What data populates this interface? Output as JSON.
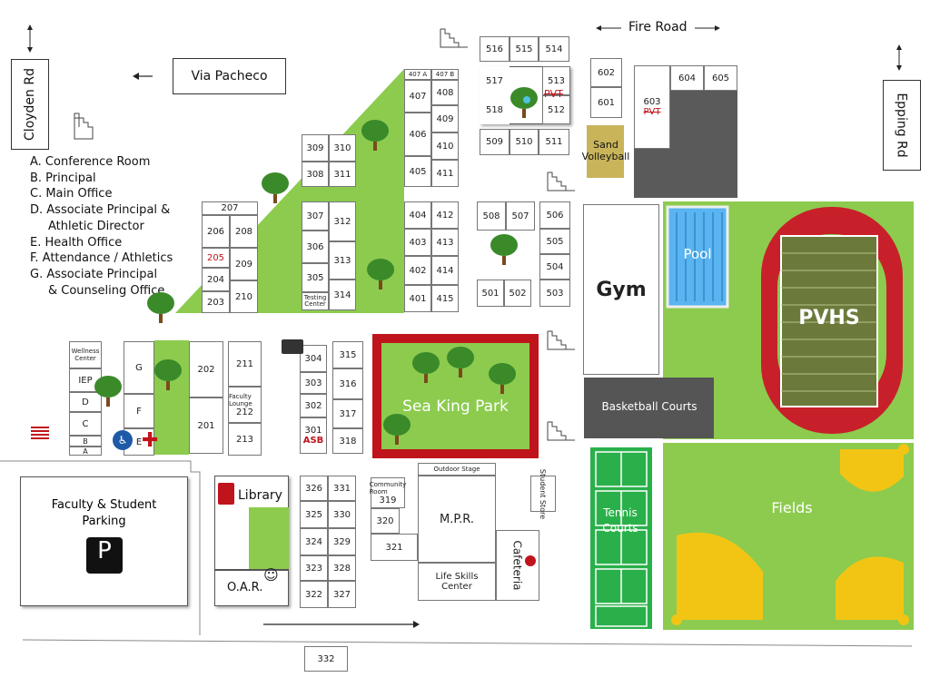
{
  "roads": {
    "cloyden": "Cloyden Rd",
    "via_pacheco": "Via Pacheco",
    "fire_road": "Fire Road",
    "epping": "Epping Rd"
  },
  "legend": [
    "A. Conference Room",
    "B. Principal",
    "C. Main Office",
    "D. Associate Principal &",
    "Athletic Director",
    "E. Health Office",
    "F. Attendance / Athletics",
    "G. Associate Principal",
    "& Counseling Office"
  ],
  "places": {
    "gym": "Gym",
    "pool": "Pool",
    "pvhs": "PVHS",
    "basketball": "Basketball Courts",
    "park": "Sea King Park",
    "fields": "Fields",
    "tennis": "Tennis Courts",
    "sand": "Sand Volleyball",
    "parking": "Faculty & Student Parking",
    "library": "Library",
    "oar": "O.A.R.",
    "mpr": "M.P.R.",
    "outdoor_stage": "Outdoor Stage",
    "life_skills": "Life Skills Center",
    "cafeteria": "Cafeteria",
    "student_store": "Student Store",
    "community": "Community Room",
    "testing": "Testing Center",
    "wellness": "Wellness Center",
    "faculty_lounge": "Faculty Lounge",
    "asb": "ASB",
    "iep": "IEP",
    "pvt": "PVT"
  },
  "rooms": {
    "r516": "516",
    "r515": "515",
    "r514": "514",
    "r517": "517",
    "r513": "513",
    "r518": "518",
    "r512": "512",
    "r509": "509",
    "r510": "510",
    "r511": "511",
    "r602": "602",
    "r601": "601",
    "r603": "603",
    "r604": "604",
    "r605": "605",
    "r407a": "407 A",
    "r407b": "407 B",
    "r407": "407",
    "r408": "408",
    "r409": "409",
    "r406": "406",
    "r410": "410",
    "r405": "405",
    "r411": "411",
    "r404": "404",
    "r412": "412",
    "r403": "403",
    "r413": "413",
    "r402": "402",
    "r414": "414",
    "r401": "401",
    "r415": "415",
    "r309": "309",
    "r310": "310",
    "r308": "308",
    "r311": "311",
    "r307": "307",
    "r312": "312",
    "r306": "306",
    "r313": "313",
    "r305": "305",
    "r314": "314",
    "r207": "207",
    "r206": "206",
    "r208": "208",
    "r205": "205",
    "r209": "209",
    "r204": "204",
    "r203": "203",
    "r210": "210",
    "r508": "508",
    "r507": "507",
    "r506": "506",
    "r505": "505",
    "r504": "504",
    "r501": "501",
    "r502": "502",
    "r503": "503",
    "r304": "304",
    "r315": "315",
    "r303": "303",
    "r316": "316",
    "r302": "302",
    "r317": "317",
    "r301": "301",
    "r318": "318",
    "r202": "202",
    "r211": "211",
    "r201": "201",
    "r212": "212",
    "r213": "213",
    "rG": "G",
    "rF": "F",
    "rE": "E",
    "rD": "D",
    "rC": "C",
    "rB": "B",
    "rA": "A",
    "r326": "326",
    "r331": "331",
    "r325": "325",
    "r330": "330",
    "r324": "324",
    "r329": "329",
    "r323": "323",
    "r328": "328",
    "r322": "322",
    "r327": "327",
    "r319": "319",
    "r320": "320",
    "r321": "321",
    "r332": "332"
  },
  "colors": {
    "grass": "#8ccb4e",
    "track": "#c8202a",
    "turf": "#6b7a3a",
    "pool": "#5ab4f0",
    "court": "#555555",
    "tennis": "#2ab04a",
    "diamond": "#f2c514",
    "park_border": "#c0141c",
    "dark": "#5a5a5a",
    "sand": "#c9b45a"
  }
}
